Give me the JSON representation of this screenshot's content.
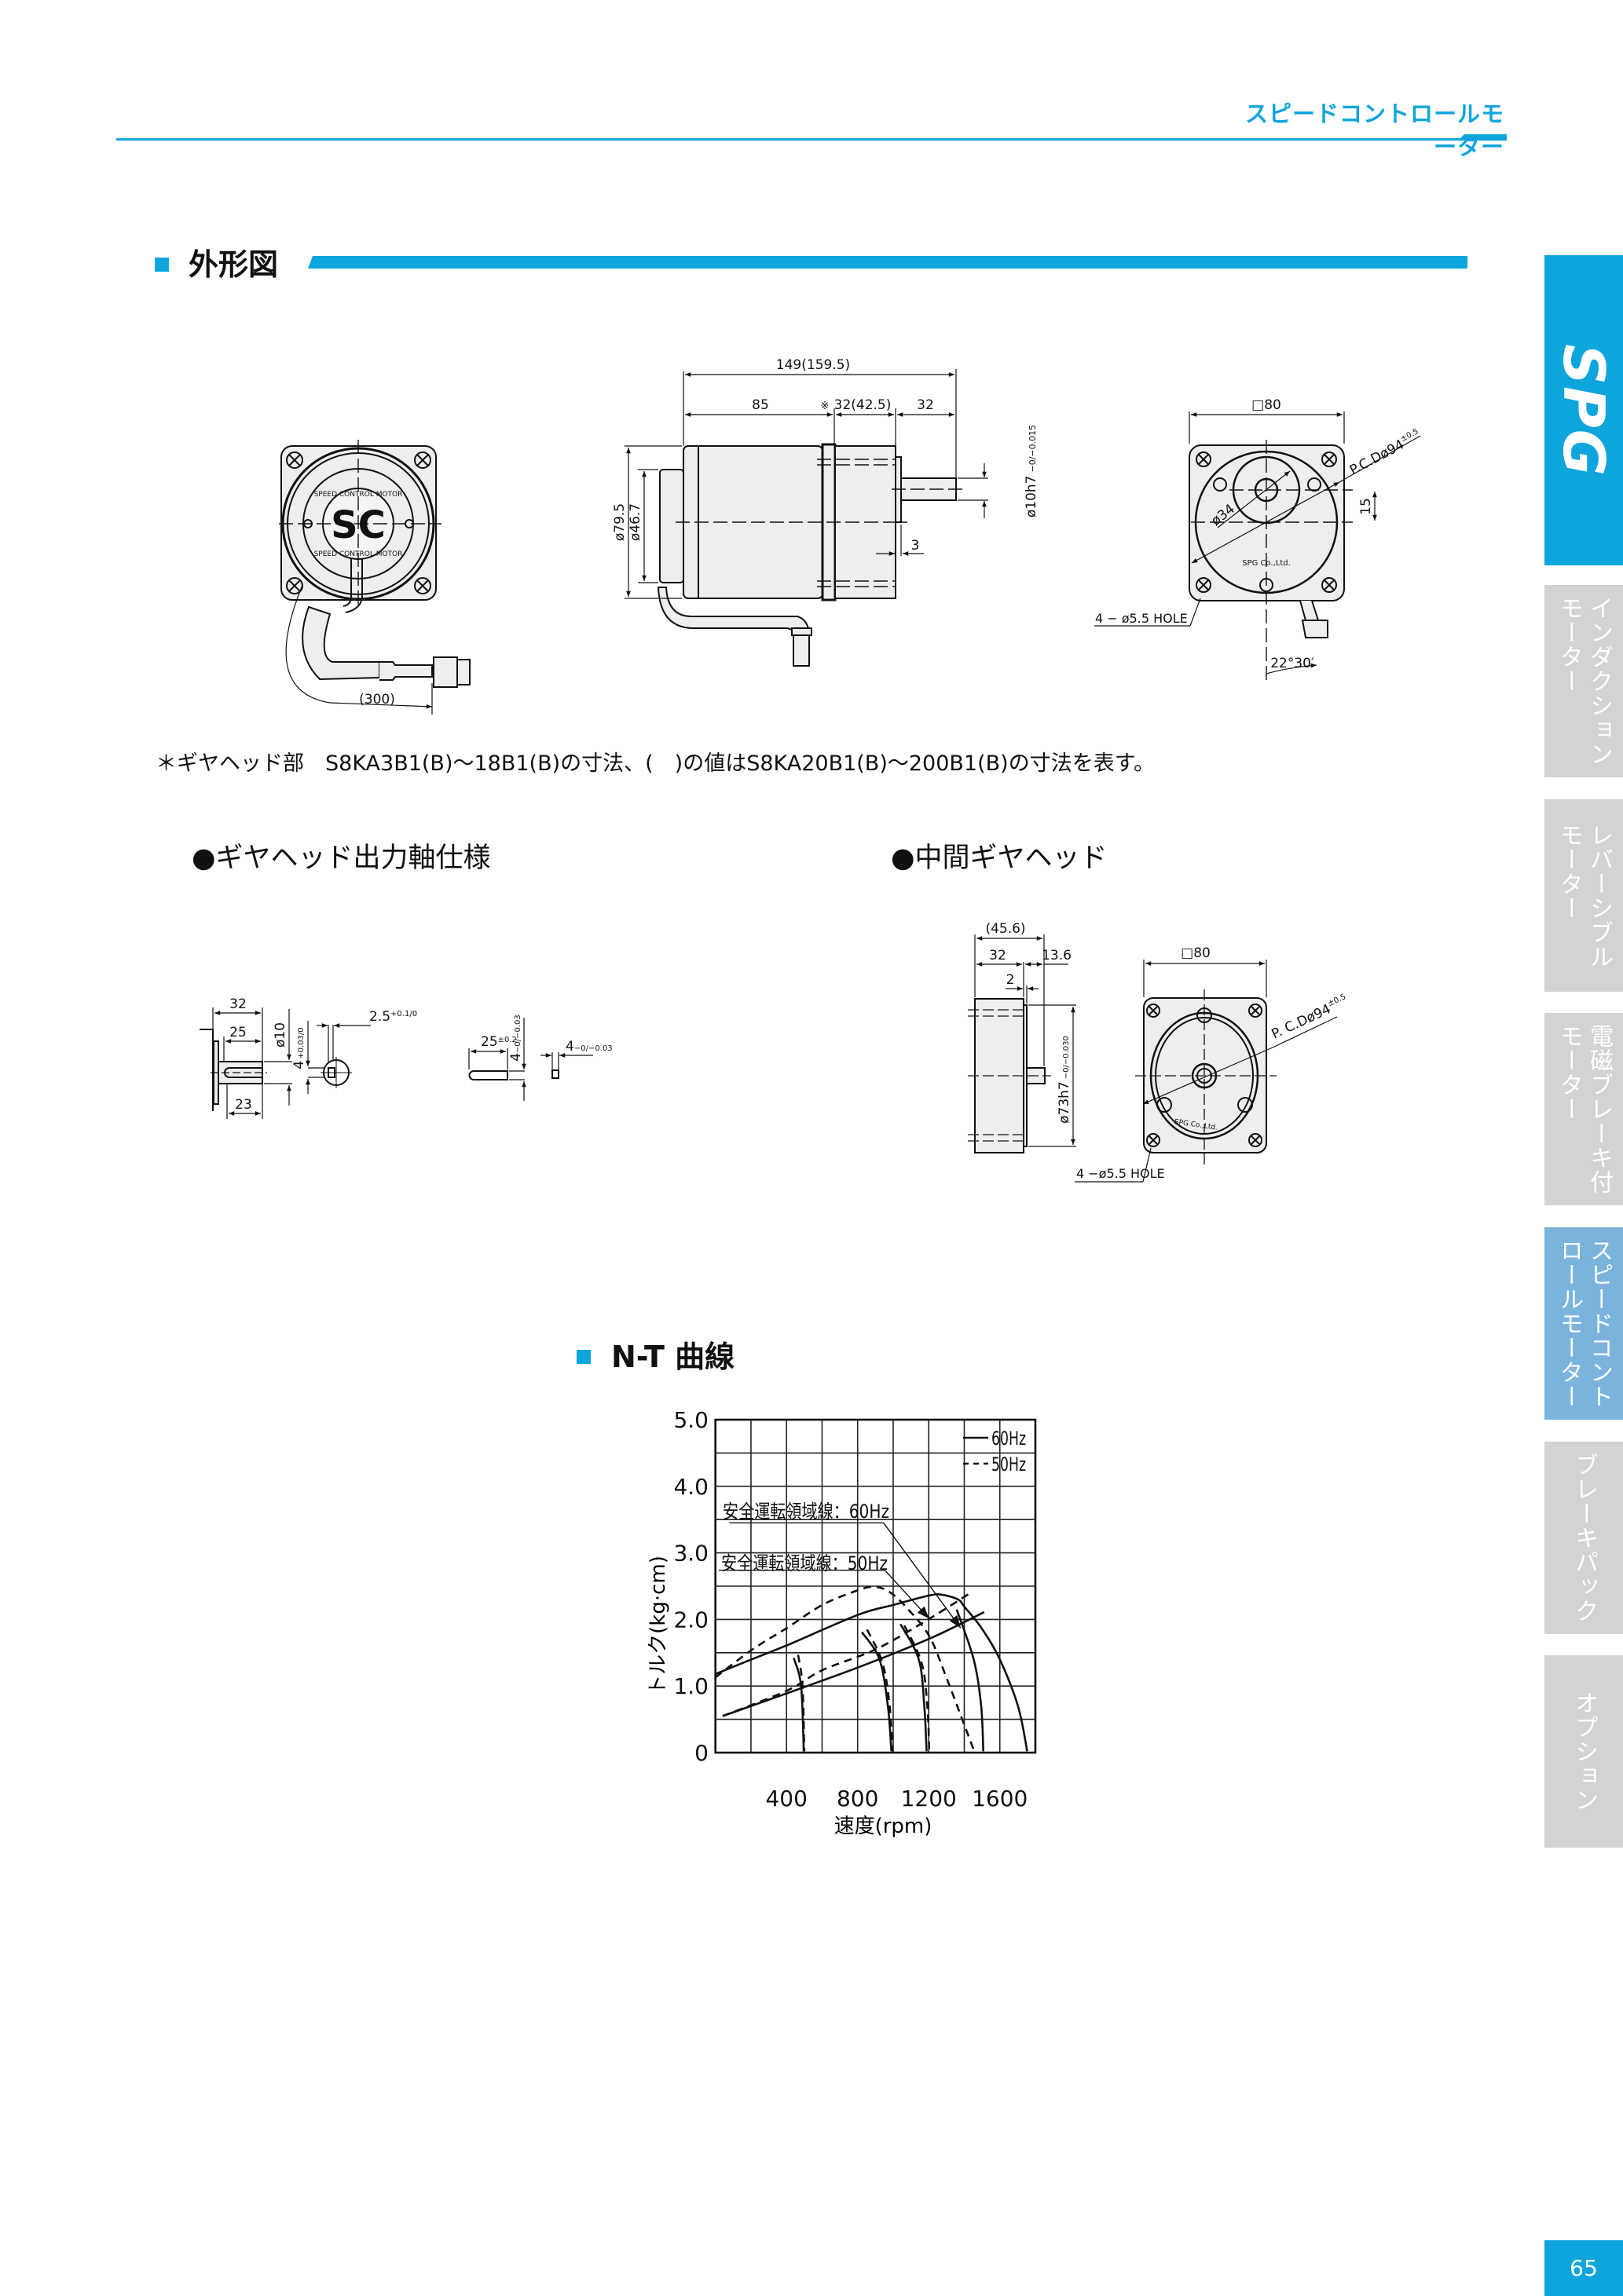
{
  "header": {
    "category": "スピードコントロールモーター"
  },
  "sections": {
    "outline": "外形図",
    "shaft_spec": "●ギヤヘッド出力軸仕様",
    "intermediate": "●中間ギヤヘッド",
    "nt_curve": "N-T 曲線"
  },
  "note": "＊ギヤヘッド部　S8KA3B1(B)～18B1(B)の寸法、(　)の値はS8KA20B1(B)～200B1(B)の寸法を表す。",
  "drawings": {
    "back_view": {
      "logo": "SC",
      "ring_top": "SPEED CONTROL MOTOR",
      "ring_bottom": "SPEED CONTROL MOTOR",
      "cable_length": "(300)"
    },
    "side_view": {
      "overall": "149(159.5)",
      "motor": "85",
      "mark": "※",
      "gearhead": "32(42.5)",
      "shaft": "32",
      "dia_outer": "ø79.5",
      "dia_inner": "ø46.7",
      "shaft_dia": "ø10h7",
      "shaft_tol": "−0/−0.015",
      "step": "3"
    },
    "front_view": {
      "square": "□80",
      "pcd": "P.C.Dø94",
      "pcd_tol": "±0.5",
      "boss_dia": "ø34",
      "offset": "15",
      "holes": "4 − ø5.5 HOLE",
      "brand": "SPG Co.,Ltd.",
      "angle": "22°30′"
    },
    "shaft_spec": {
      "len_total": "32",
      "len_key": "25",
      "len_23": "23",
      "dia": "ø10",
      "slot": "4",
      "slot_tol": "+0.03/0",
      "depth": "2.5",
      "depth_tol": "+0.1/0",
      "key_len": "25",
      "key_len_tol": "±0.2",
      "key_h": "4",
      "key_h_tol": "−0/−0.03",
      "key_w": "4",
      "key_w_tol": "−0/−0.03"
    },
    "intermediate": {
      "overall": "(45.6)",
      "body": "32",
      "boss": "13.6",
      "flange": "2",
      "pilot_dia": "ø73h7",
      "pilot_tol": "−0/−0.030",
      "square": "□80",
      "pcd": "P. C.Dø94",
      "pcd_tol": "±0.5",
      "holes": "4 −ø5.5 HOLE",
      "brand": "SPG Co.,Ltd."
    }
  },
  "chart_data": {
    "type": "line",
    "xlabel": "速度(rpm)",
    "ylabel": "トルク(kg·cm)",
    "xlim": [
      0,
      1800
    ],
    "ylim": [
      0,
      5.0
    ],
    "x_grid_step": 200,
    "y_grid_step": 0.5,
    "grid": true,
    "x_ticks": [
      {
        "v": 400,
        "label": "400"
      },
      {
        "v": 800,
        "label": "800"
      },
      {
        "v": 1200,
        "label": "1200"
      },
      {
        "v": 1600,
        "label": "1600"
      }
    ],
    "y_ticks": [
      {
        "v": 5,
        "label": "5.0"
      },
      {
        "v": 4,
        "label": "4.0"
      },
      {
        "v": 3,
        "label": "3.0"
      },
      {
        "v": 2,
        "label": "2.0"
      },
      {
        "v": 1,
        "label": "1.0"
      },
      {
        "v": 0,
        "label": "0"
      }
    ],
    "legend": {
      "placement": "top-right",
      "entries": [
        {
          "name": "60Hz",
          "style": "solid"
        },
        {
          "name": "50Hz",
          "style": "dashed"
        }
      ]
    },
    "series": [
      {
        "name": "60Hz",
        "style": "solid",
        "lines": [
          [
            [
              0,
              1.18
            ],
            [
              203,
              1.4
            ],
            [
              401,
              1.61
            ],
            [
              803,
              2.07
            ],
            [
              1004,
              2.22
            ],
            [
              1203,
              2.36
            ],
            [
              1276,
              2.37
            ],
            [
              1365,
              2.3
            ],
            [
              1401,
              2.19
            ],
            [
              1497,
              1.87
            ],
            [
              1600,
              1.4
            ],
            [
              1703,
              0.69
            ],
            [
              1754,
              0.02
            ]
          ],
          [
            [
              41,
              0.55
            ],
            [
              401,
              0.89
            ],
            [
              803,
              1.28
            ],
            [
              1203,
              1.71
            ],
            [
              1512,
              2.11
            ]
          ],
          [
            [
              441,
              1.42
            ],
            [
              482,
              1.0
            ],
            [
              497,
              0.02
            ]
          ],
          [
            [
              824,
              1.81
            ],
            [
              923,
              1.4
            ],
            [
              970,
              0.7
            ],
            [
              990,
              0.02
            ]
          ],
          [
            [
              1041,
              1.93
            ],
            [
              1144,
              1.4
            ],
            [
              1175,
              0.7
            ],
            [
              1188,
              0.02
            ]
          ],
          [
            [
              1357,
              2.15
            ],
            [
              1453,
              1.4
            ],
            [
              1495,
              0.7
            ],
            [
              1507,
              0.02
            ]
          ]
        ]
      },
      {
        "name": "50Hz",
        "style": "dashed",
        "lines": [
          [
            [
              0,
              1.13
            ],
            [
              203,
              1.54
            ],
            [
              401,
              1.87
            ],
            [
              603,
              2.22
            ],
            [
              803,
              2.44
            ],
            [
              894,
              2.49
            ],
            [
              975,
              2.42
            ],
            [
              1071,
              2.19
            ],
            [
              1203,
              1.75
            ],
            [
              1306,
              1.08
            ],
            [
              1401,
              0.41
            ],
            [
              1456,
              0.02
            ]
          ],
          [
            [
              41,
              0.55
            ],
            [
              401,
              0.93
            ],
            [
              603,
              1.24
            ],
            [
              909,
              1.56
            ],
            [
              1203,
              2.01
            ],
            [
              1424,
              2.38
            ]
          ],
          [
            [
              465,
              1.47
            ],
            [
              490,
              1.0
            ],
            [
              500,
              0.02
            ]
          ],
          [
            [
              853,
              1.85
            ],
            [
              940,
              1.35
            ],
            [
              980,
              0.7
            ],
            [
              997,
              0.02
            ]
          ],
          [
            [
              1063,
              1.91
            ],
            [
              1160,
              1.35
            ],
            [
              1192,
              0.7
            ],
            [
              1203,
              0.02
            ]
          ]
        ]
      }
    ],
    "annotations": [
      {
        "text": "安全運転領域線：60Hz",
        "points": [
          [
            78,
            3.45
          ],
          [
            946,
            3.45
          ],
          [
            1380,
            1.87
          ]
        ]
      },
      {
        "text": "安全運転領域線：50Hz",
        "points": [
          [
            19,
            2.74
          ],
          [
            953,
            2.74
          ],
          [
            1203,
            2.01
          ]
        ]
      }
    ]
  },
  "side_tabs": [
    {
      "label": "SPG",
      "state": "brand"
    },
    {
      "label": "インダクション\nモーター",
      "state": "normal"
    },
    {
      "label": "レバーシブル\nモーター",
      "state": "normal"
    },
    {
      "label": "電磁ブレーキ付\nモーター",
      "state": "normal"
    },
    {
      "label": "スピードコント\nロールモーター",
      "state": "active"
    },
    {
      "label": "ブレーキパック",
      "state": "normal"
    },
    {
      "label": "オプション",
      "state": "normal"
    }
  ],
  "page_number": "65",
  "colors": {
    "accent": "#0ea5dc",
    "active_tab": "#7ab4dc",
    "inactive_tab": "#d2d3d5"
  }
}
